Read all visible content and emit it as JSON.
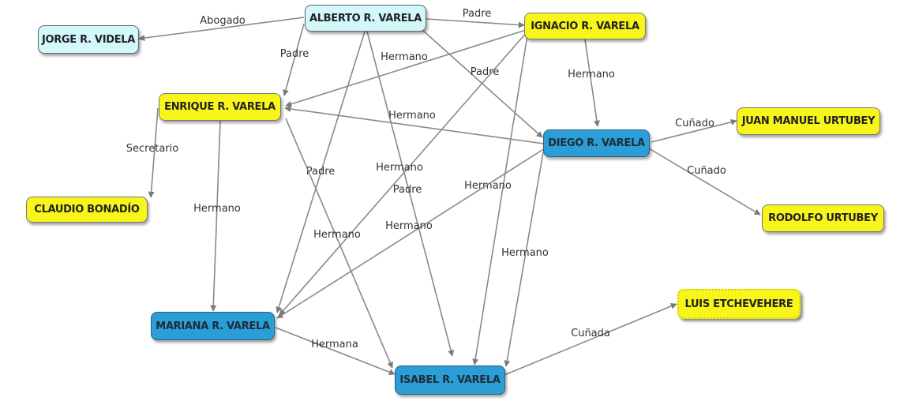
{
  "nodes": {
    "alberto": {
      "label": "ALBERTO R. VARELA",
      "color": "cyan"
    },
    "jorge": {
      "label": "JORGE R. VIDELA",
      "color": "cyan"
    },
    "ignacio": {
      "label": "IGNACIO R. VARELA",
      "color": "yellow"
    },
    "enrique": {
      "label": "ENRIQUE R. VARELA",
      "color": "yellow"
    },
    "diego": {
      "label": "DIEGO R. VARELA",
      "color": "blue"
    },
    "juan": {
      "label": "JUAN MANUEL URTUBEY",
      "color": "yellow"
    },
    "claudio": {
      "label": "CLAUDIO BONADÍO",
      "color": "yellow"
    },
    "rodolfo": {
      "label": "RODOLFO URTUBEY",
      "color": "yellow"
    },
    "mariana": {
      "label": "MARIANA R. VARELA",
      "color": "blue"
    },
    "luis": {
      "label": "LUIS ETCHEVEHERE",
      "color": "yellow"
    },
    "isabel": {
      "label": "ISABEL R. VARELA",
      "color": "blue"
    }
  },
  "edges": [
    {
      "from": "alberto",
      "to": "jorge",
      "label": "Abogado"
    },
    {
      "from": "alberto",
      "to": "ignacio",
      "label": "Padre"
    },
    {
      "from": "alberto",
      "to": "enrique",
      "label": "Padre"
    },
    {
      "from": "alberto",
      "to": "diego",
      "label": "Padre"
    },
    {
      "from": "alberto",
      "to": "mariana",
      "label": "Padre"
    },
    {
      "from": "alberto",
      "to": "isabel",
      "label": "Padre"
    },
    {
      "from": "ignacio",
      "to": "enrique",
      "label": "Hermano"
    },
    {
      "from": "ignacio",
      "to": "diego",
      "label": "Hermano"
    },
    {
      "from": "ignacio",
      "to": "mariana",
      "label": "Hermano"
    },
    {
      "from": "ignacio",
      "to": "isabel",
      "label": "Hermano"
    },
    {
      "from": "diego",
      "to": "enrique",
      "label": "Hermano"
    },
    {
      "from": "diego",
      "to": "mariana",
      "label": "Hermano"
    },
    {
      "from": "diego",
      "to": "isabel",
      "label": "Hermano"
    },
    {
      "from": "diego",
      "to": "juan",
      "label": "Cuñado"
    },
    {
      "from": "diego",
      "to": "rodolfo",
      "label": "Cuñado"
    },
    {
      "from": "enrique",
      "to": "claudio",
      "label": "Secretario"
    },
    {
      "from": "enrique",
      "to": "mariana",
      "label": "Hermano"
    },
    {
      "from": "enrique",
      "to": "isabel",
      "label": "Hermano"
    },
    {
      "from": "mariana",
      "to": "isabel",
      "label": "Hermana"
    },
    {
      "from": "isabel",
      "to": "luis",
      "label": "Cuñada"
    }
  ]
}
